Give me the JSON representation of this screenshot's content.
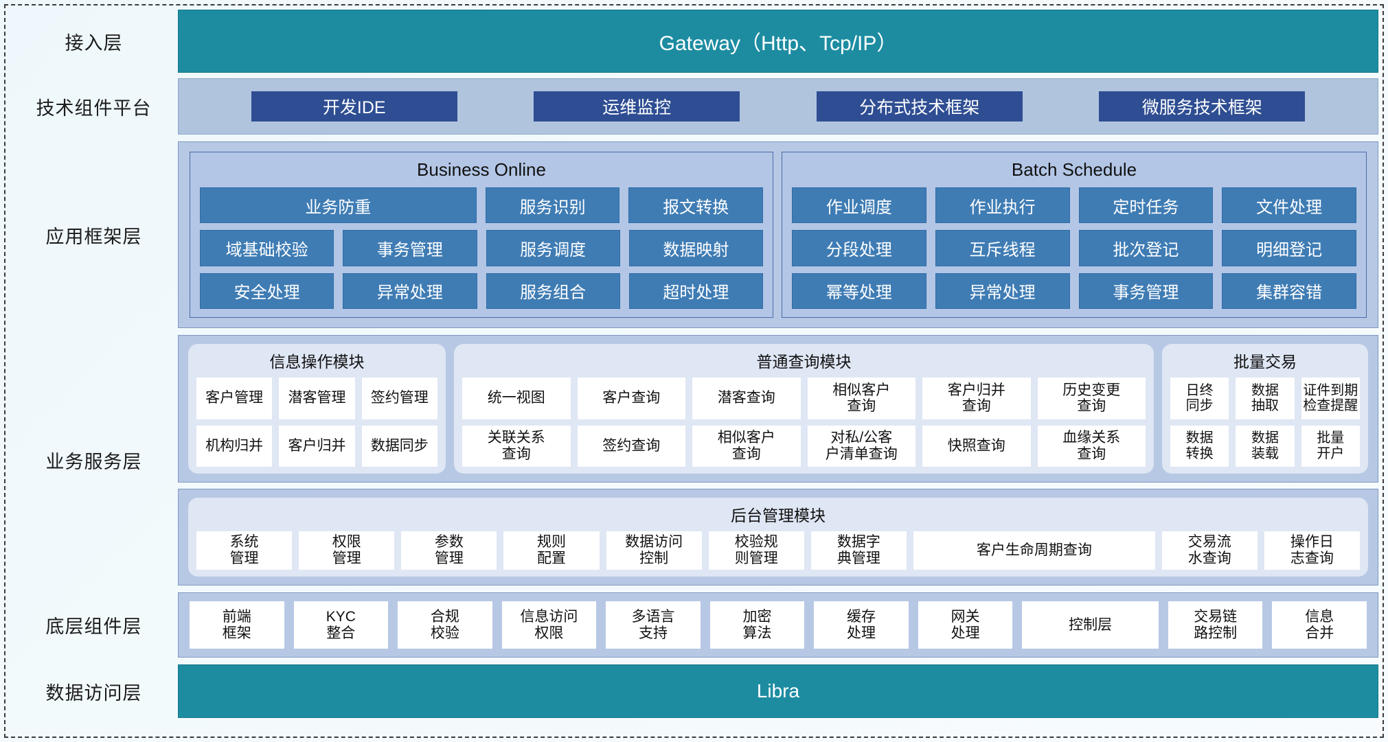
{
  "layers": {
    "access": {
      "label": "接入层",
      "bar": "Gateway（Http、Tcp/IP）"
    },
    "tech_platform": {
      "label": "技术组件平台",
      "chips": [
        "开发IDE",
        "运维监控",
        "分布式技术框架",
        "微服务技术框架"
      ]
    },
    "app_framework": {
      "label": "应用框架层",
      "groups": [
        {
          "title": "Business Online",
          "rows": [
            [
              "业务防重",
              "服务识别",
              "报文转换"
            ],
            [
              "域基础校验",
              "事务管理",
              "服务调度",
              "数据映射"
            ],
            [
              "安全处理",
              "异常处理",
              "服务组合",
              "超时处理"
            ]
          ]
        },
        {
          "title": "Batch Schedule",
          "rows": [
            [
              "作业调度",
              "作业执行",
              "定时任务",
              "文件处理"
            ],
            [
              "分段处理",
              "互斥线程",
              "批次登记",
              "明细登记"
            ],
            [
              "幂等处理",
              "异常处理",
              "事务管理",
              "集群容错"
            ]
          ]
        }
      ]
    },
    "business_service": {
      "label": "业务服务层",
      "modules": [
        {
          "title": "信息操作模块",
          "rows": [
            [
              "客户管理",
              "潜客管理",
              "签约管理"
            ],
            [
              "机构归并",
              "客户归并",
              "数据同步"
            ]
          ]
        },
        {
          "title": "普通查询模块",
          "rows": [
            [
              "统一视图",
              "客户查询",
              "潜客查询",
              "相似客户\n查询",
              "客户归并\n查询",
              "历史变更\n查询"
            ],
            [
              "关联关系\n查询",
              "签约查询",
              "相似客户\n查询",
              "对私/公客\n户清单查询",
              "快照查询",
              "血缘关系\n查询"
            ]
          ]
        },
        {
          "title": "批量交易",
          "rows": [
            [
              "日终\n同步",
              "数据\n抽取",
              "证件到期\n检查提醒"
            ],
            [
              "数据\n转换",
              "数据\n装载",
              "批量\n开户"
            ]
          ]
        }
      ],
      "admin_module": {
        "title": "后台管理模块",
        "cells": [
          "系统\n管理",
          "权限\n管理",
          "参数\n管理",
          "规则\n配置",
          "数据访问\n控制",
          "校验规\n则管理",
          "数据字\n典管理",
          "客户生命周期查询",
          "交易流\n水查询",
          "操作日\n志查询"
        ],
        "wide_index": 7
      }
    },
    "base_component": {
      "label": "底层组件层",
      "cells": [
        "前端\n框架",
        "KYC\n整合",
        "合规\n校验",
        "信息访问\n权限",
        "多语言\n支持",
        "加密\n算法",
        "缓存\n处理",
        "网关\n处理",
        "控制层",
        "交易链\n路控制",
        "信息\n合并"
      ],
      "wide_index": 8
    },
    "data_access": {
      "label": "数据访问层",
      "bar": "Libra"
    }
  },
  "colors": {
    "teal": "#1d8ca1",
    "navy_chip": "#2e4d92",
    "panel_blue": "#b7c8e4",
    "cell_blue": "#3f7cb4",
    "module_bg": "#dfe6f4",
    "cell_white": "#ffffff"
  }
}
